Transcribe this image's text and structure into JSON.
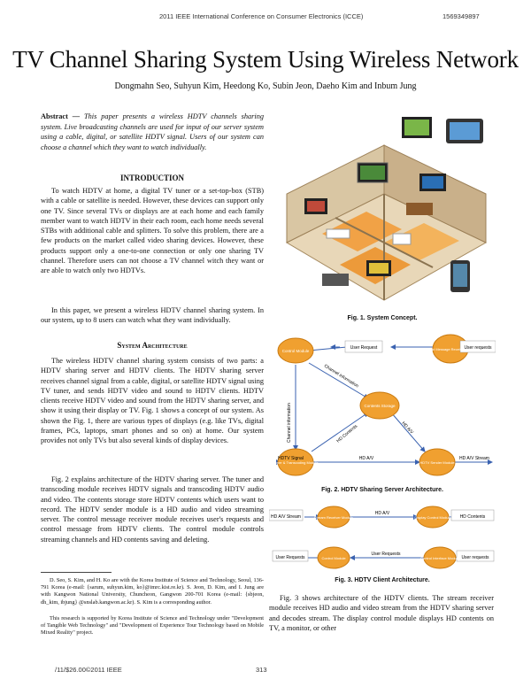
{
  "header": {
    "conference": "2011 IEEE International Conference on Consumer Electronics (ICCE)",
    "paper_id": "1569349897"
  },
  "title": "TV Channel Sharing System Using Wireless Network",
  "authors": "Dongmahn Seo, Suhyun Kim, Heedong Ko, Subin Jeon, Daeho Kim and Inbum Jung",
  "abstract": {
    "label": "Abstract —",
    "text": "This paper presents a wireless HDTV channels sharing system. Live broadcasting channels are used for input of our server system using a cable, digital, or satellite HDTV signal. Users of our system can choose a channel which they want to watch individually."
  },
  "intro": {
    "heading": "INTRODUCTION",
    "p1": "To watch HDTV at home, a digital TV tuner or a set-top-box (STB) with a cable or satellite is needed. However, these devices can support only one TV. Since several TVs or displays are at each home and each family member want to watch HDTV in their each room, each home needs several STBs with additional cable and splitters. To solve this problem, there are a few products on the market called video sharing devices. However, these products support only a one-to-one connection or only one sharing TV channel. Therefore users can not choose a TV channel witch they want or are able to watch only two HDTVs.",
    "p2": "In this paper, we present a wireless HDTV channel sharing system. In our system, up to 8 users can watch what they want individually."
  },
  "arch": {
    "heading": "System Architecture",
    "p1": "The wireless HDTV channel sharing system consists of two parts: a HDTV sharing server and HDTV clients. The HDTV sharing server receives channel signal from a cable, digital, or satellite HDTV signal using TV tuner, and sends HDTV video and sound to HDTV clients. HDTV clients receive HDTV video and sound from the HDTV sharing server, and show it using their display or TV. Fig. 1 shows a concept of our system. As shown the Fig. 1, there are various types of displays (e.g. like TVs, digital frames, PCs, laptops, smart phones and so on) at home. Our system provides not only TVs but also several kinds of display devices.",
    "p2": "Fig. 2 explains architecture of the HDTV sharing server. The tuner and transcoding module receives HDTV signals and transcoding HDTV audio and video. The contents storage store HDTV contents which users want to record. The HDTV sender module is a HD audio and video streaming server. The control message receiver module receives user's requests and control message from HDTV clients. The control module controls streaming channels and HD contents saving and deleting."
  },
  "footnotes": {
    "f1": "D. Seo, S. Kim, and H. Ko are with the Korea Institute of Science and Technology, Seoul, 136-791 Korea (e-mail: {sarum, suhyun.kim, ko}@imrc.kist.re.kr). S. Jeon, D. Kim, and I. Jung are with Kangwon National University, Chuncheon, Gangwon 200-701 Korea (e-mail: {sbjeon, dh_kim, ibjung} @snslab.kangwon.ac.kr). S. Kim is a corresponding author.",
    "f2": "This research is supported by Korea Institute of Science and Technology under \"Development of Tangible Web Technology\" and \"Development of Experience Tour Technology based on Mobile Mixed Reality\" project."
  },
  "right": {
    "fig1_caption": "Fig. 1. System Concept.",
    "fig2_caption": "Fig. 2. HDTV Sharing Server Architecture.",
    "fig3_caption": "Fig. 3. HDTV Client Architecture.",
    "p1": "Fig. 3 shows architecture of the HDTV clients. The stream receiver module receives HD audio and video stream from the HDTV sharing server and decodes stream. The display control module displays HD contents on TV, a monitor, or other"
  },
  "fig2": {
    "control": "Control Module",
    "cmr": "Control Message Receiver Module",
    "storage": "Contents Storage",
    "tuner": "Tuner & Transcoding Module",
    "sender": "HDTV Sender Module",
    "user_request": "User Request",
    "user_requests": "User requests",
    "channel_info": "Channel information",
    "channel": "Channel information",
    "hdav1": "HD A/V",
    "hdav2": "HD A/V",
    "hd_contents": "HD Contents",
    "hdtv_signal": "HDTV Signal",
    "hd_av_stream": "HD A/V Stream"
  },
  "fig3": {
    "receiver": "Stream Receiver Module",
    "display": "Display Control Module",
    "control": "Control Module",
    "cms": "Control Interface Module",
    "hd_av_stream": "HD A/V Stream",
    "hd_av": "HD A/V",
    "hd_contents": "HD Contents",
    "user_request": "User Requests",
    "user_requests2": "User Requests",
    "user_requests3": "User requests"
  },
  "colors": {
    "node": "#f0a030",
    "node_stroke": "#c97a10",
    "arrow": "#3a62b0"
  },
  "footer": {
    "left": "/11/$26.00©2011 IEEE",
    "page": "313"
  }
}
